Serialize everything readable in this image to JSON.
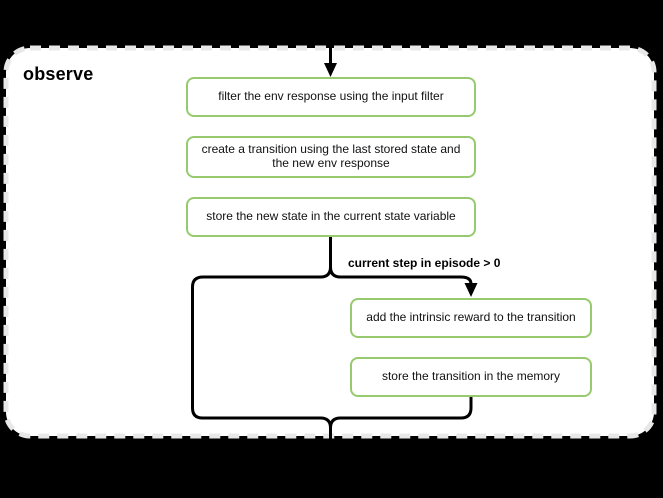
{
  "panel": {
    "title": "observe"
  },
  "flow": {
    "boxes": [
      {
        "id": "filter-env-response",
        "text": "filter the env response using the input filter"
      },
      {
        "id": "create-transition",
        "text": "create a transition using the last stored state and the new env response"
      },
      {
        "id": "store-new-state",
        "text": "store the new state in the current state variable"
      },
      {
        "id": "add-intrinsic-reward",
        "text": "add the intrinsic reward to the transition"
      },
      {
        "id": "store-transition",
        "text": "store the transition in the memory"
      }
    ],
    "condition_label": "current step in episode > 0"
  },
  "colors": {
    "background": "#000000",
    "panel_background": "#ffffff",
    "panel_dashed_border": "#e8e8e8",
    "node_border_green": "#97ca6e",
    "line_black": "#000000",
    "text": "#111111"
  }
}
